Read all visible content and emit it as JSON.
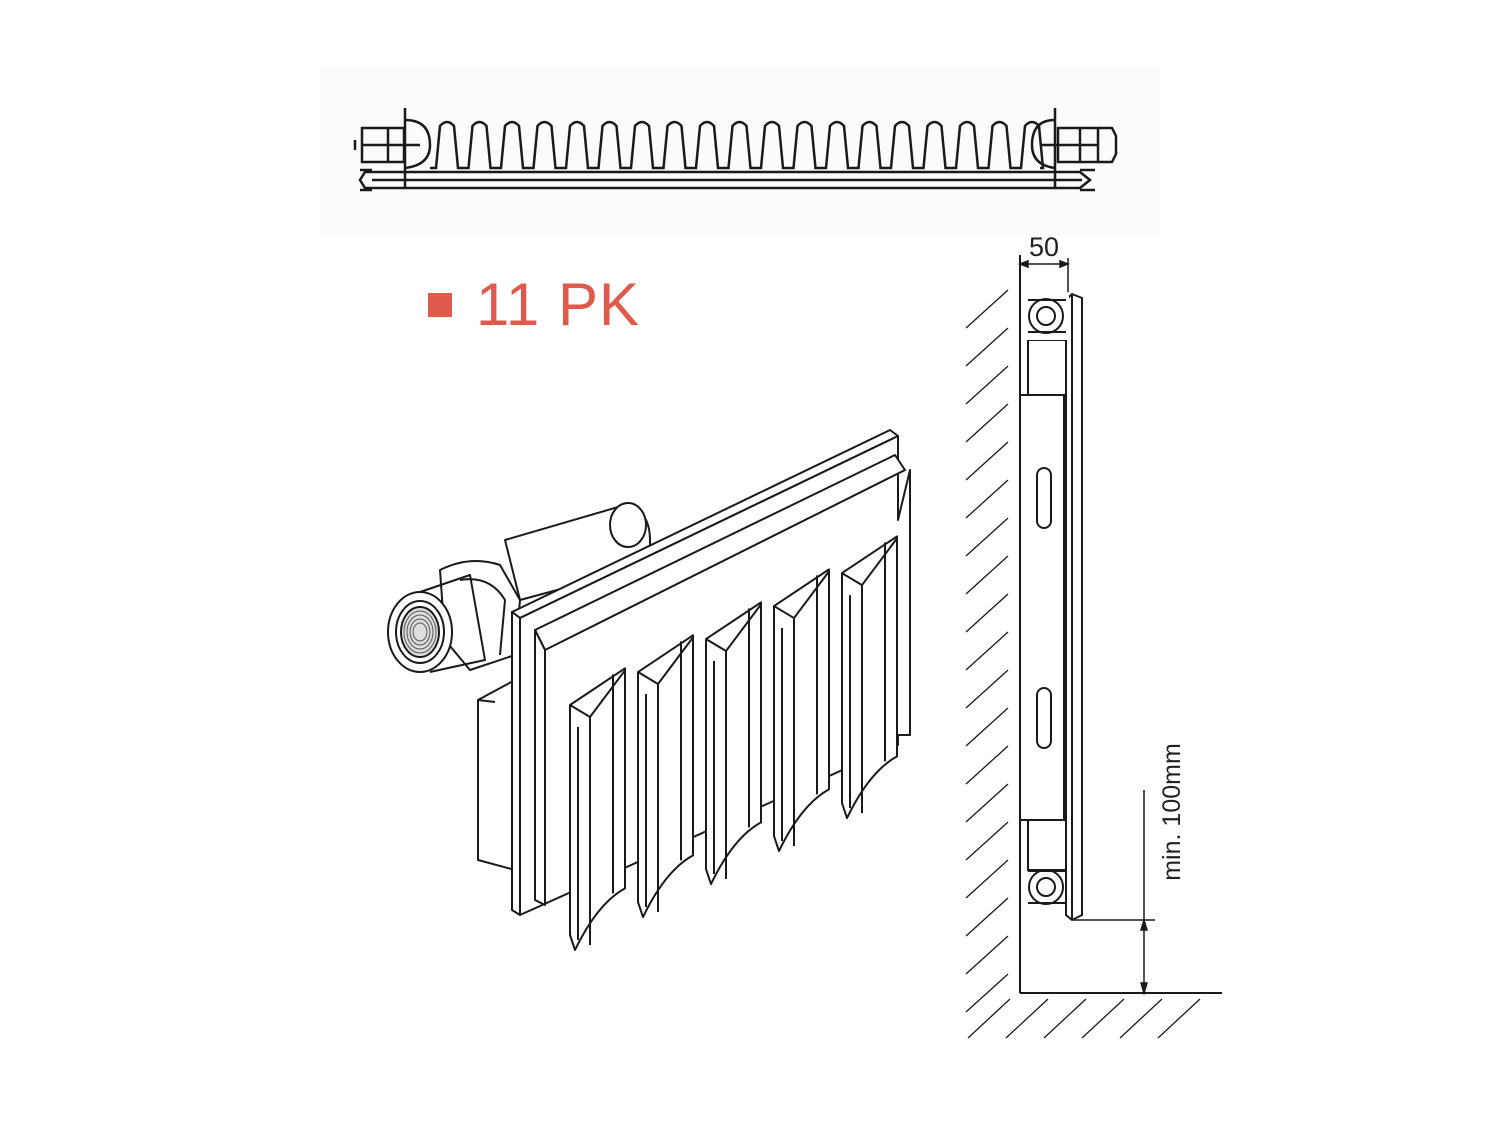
{
  "product": {
    "model_label": "11 PK",
    "accent_color": "#e05a4b",
    "bullet_icon": "square-bullet-icon"
  },
  "dimensions": {
    "depth_label": "50",
    "floor_clearance_label": "min. 100mm"
  },
  "views": [
    "top-view",
    "isometric-view",
    "side-section-view"
  ]
}
